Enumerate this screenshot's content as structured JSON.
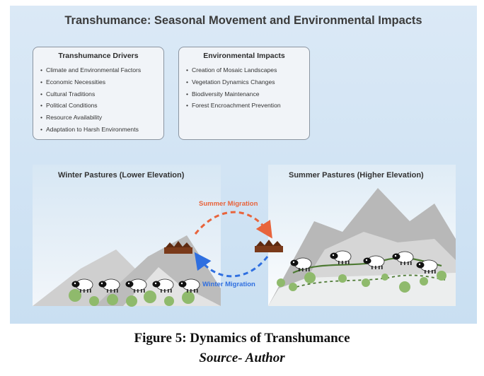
{
  "title": "Transhumance: Seasonal Movement and Environmental Impacts",
  "drivers": {
    "title": "Transhumance Drivers",
    "items": [
      "Climate and Environmental Factors",
      "Economic Necessities",
      "Cultural Traditions",
      "Political Conditions",
      "Resource Availability",
      "Adaptation to Harsh Environments"
    ]
  },
  "impacts": {
    "title": "Environmental Impacts",
    "items": [
      "Creation of Mosaic Landscapes",
      "Vegetation Dynamics Changes",
      "Biodiversity Maintenance",
      "Forest Encroachment Prevention"
    ]
  },
  "winter_panel": {
    "label": "Winter Pastures (Lower Elevation)"
  },
  "summer_panel": {
    "label": "Summer Pastures (Higher Elevation)"
  },
  "migration": {
    "summer": "Summer Migration",
    "winter": "Winter Migration",
    "summer_color": "#e8643c",
    "winter_color": "#2f6fe0"
  },
  "caption": {
    "figure": "Figure 5:  Dynamics of Transhumance",
    "source": "Source- Author"
  },
  "colors": {
    "vegetation": "#8fba6c",
    "trail": "#4e7a34",
    "mountain": "#bdbdbd",
    "hut": "#7a3a1a"
  }
}
